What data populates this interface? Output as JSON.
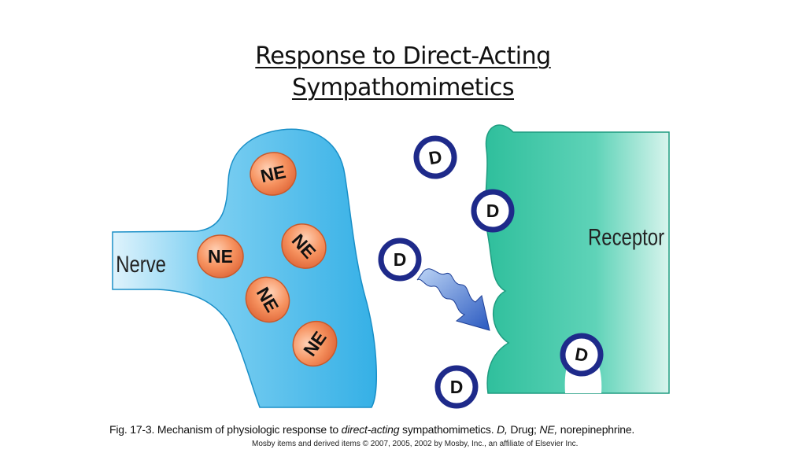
{
  "title": {
    "line1": "Response to Direct-Acting",
    "line2": "Sympathomimetics"
  },
  "labels": {
    "nerve": "Nerve",
    "receptor": "Receptor",
    "ne": "NE",
    "drug": "D"
  },
  "caption": {
    "part1": "Fig. 17-3. Mechanism of physiologic response to ",
    "part2": "direct-acting",
    "part3": " sympathomimetics. ",
    "part4": "D,",
    "part5": " Drug; ",
    "part6": "NE,",
    "part7": " norepinephrine."
  },
  "copyright": "Mosby items and derived items © 2007, 2005, 2002 by Mosby, Inc., an affiliate of Elsevier Inc.",
  "colors": {
    "nerve_fill": "#3fb6e8",
    "nerve_edge": "#1a8fc7",
    "receptor_fill": "#35c4a2",
    "receptor_edge": "#1f9c80",
    "ne_fill": "#f08a5d",
    "drug_ring": "#1e2a8a",
    "arrow": "#2f5fc4"
  }
}
